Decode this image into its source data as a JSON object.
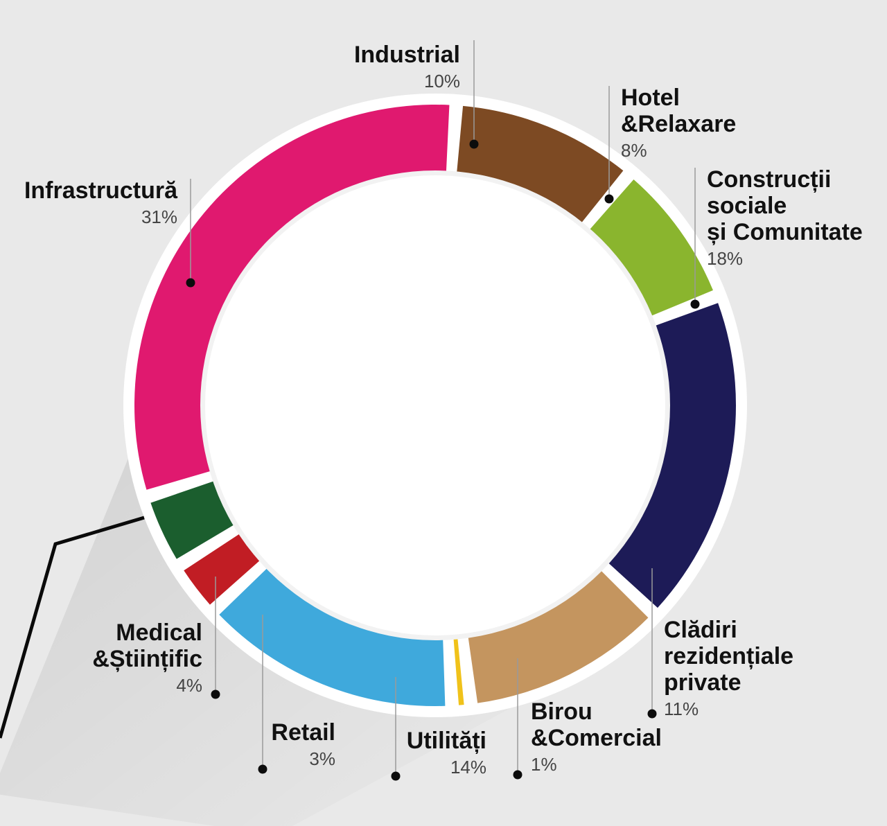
{
  "chart_data": {
    "type": "pie",
    "style": "donut",
    "slices": [
      {
        "label": [
          "Industrial"
        ],
        "percent_label": "10%",
        "value": 10,
        "color": "#7d4a23"
      },
      {
        "label": [
          "Hotel",
          "&Relaxare"
        ],
        "percent_label": "8%",
        "value": 8,
        "color": "#8ab52e"
      },
      {
        "label": [
          "Construcții",
          "sociale",
          "și Comunitate"
        ],
        "percent_label": "18%",
        "value": 18,
        "color": "#1d1b57"
      },
      {
        "label": [
          "Clădiri",
          "rezidențiale",
          "private"
        ],
        "percent_label": "11%",
        "value": 11,
        "color": "#c4955f"
      },
      {
        "label": [
          "Birou",
          "&Comercial"
        ],
        "percent_label": "1%",
        "value": 1,
        "color": "#f0c21a"
      },
      {
        "label": [
          "Utilități"
        ],
        "percent_label": "14%",
        "value": 14,
        "color": "#3fa9dc"
      },
      {
        "label": [
          "Retail"
        ],
        "percent_label": "3%",
        "value": 3,
        "color": "#c11d24"
      },
      {
        "label": [
          "Medical",
          "&Științific"
        ],
        "percent_label": "4%",
        "value": 4,
        "color": "#1b5e2e"
      },
      {
        "label": [
          "Infrastructură"
        ],
        "percent_label": "31%",
        "value": 31,
        "color": "#e0196f"
      }
    ]
  }
}
